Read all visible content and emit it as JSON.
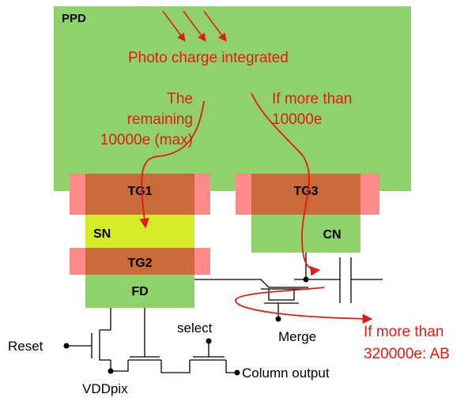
{
  "labels": {
    "ppd": "PPD",
    "photo_charge": "Photo charge integrated",
    "remaining_1": "The",
    "remaining_2": "remaining",
    "remaining_3": "10000e (max)",
    "overflow_1": "If more than",
    "overflow_2": "10000e",
    "tg1": "TG1",
    "tg2": "TG2",
    "tg3": "TG3",
    "sn": "SN",
    "fd": "FD",
    "cn": "CN",
    "ab_1": "If more than",
    "ab_2": "320000e: AB",
    "reset": "Reset",
    "select": "select",
    "merge": "Merge",
    "vddpix": "VDDpix",
    "column_output": "Column output"
  },
  "colors": {
    "ppd": "#8fd16a",
    "transfer_gate": "#c96a3a",
    "gate_overhang": "#ff8a8a",
    "sn": "#d6ea2a",
    "node": "#8fd16a",
    "annotation": "#e8190f"
  }
}
